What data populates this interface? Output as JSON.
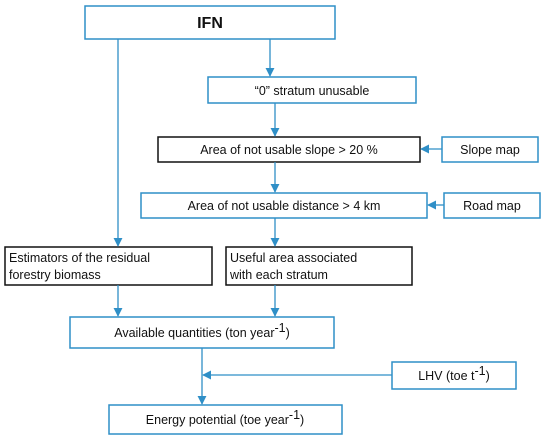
{
  "nodes": {
    "ifn": "IFN",
    "stratum_unusable": "“0” stratum unusable",
    "slope_area": "Area of not usable slope > 20 %",
    "slope_map": "Slope map",
    "distance_area": "Area of not usable distance > 4 km",
    "road_map": "Road map",
    "estimators_line1": "Estimators of the residual",
    "estimators_line2": "forestry biomass",
    "useful_line1": "Useful area associated",
    "useful_line2": "with each stratum",
    "available_main": "Available quantities (ton year",
    "available_sup": "-1",
    "available_end": ")",
    "lhv_main": "LHV (toe t",
    "lhv_sup": "-1",
    "lhv_end": ")",
    "energy_main": "Energy potential (toe year",
    "energy_sup": "-1",
    "energy_end": ")"
  },
  "colors": {
    "accent": "#2f8fc7",
    "box_border_black": "#111111",
    "text": "#111111",
    "background": "#ffffff"
  }
}
